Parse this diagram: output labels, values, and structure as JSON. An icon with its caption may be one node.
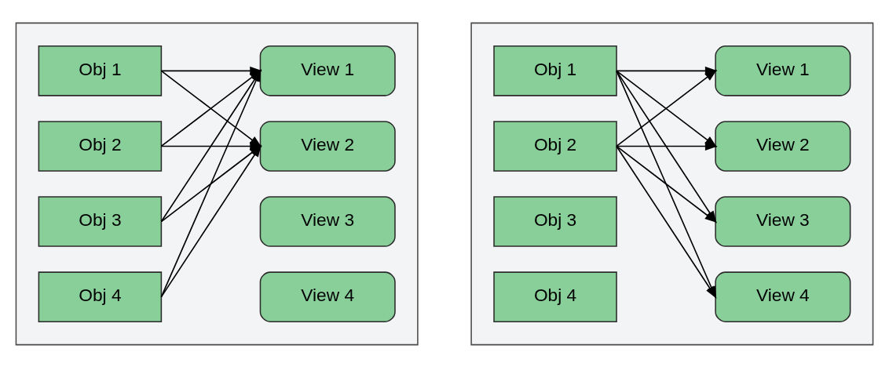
{
  "diagram": {
    "nodes": [
      {
        "text": [],
        "shape": "box"
      },
      {
        "text": [
          "Obj 1"
        ],
        "in": 0
      },
      {
        "text": [
          "Obj 2"
        ],
        "in": 0
      },
      {
        "text": [
          "Obj 3"
        ],
        "in": 0
      },
      {
        "text": [
          "Obj 4"
        ],
        "in": 0
      },
      {
        "text": [
          "View 1"
        ],
        "in": 0
      },
      {
        "text": [
          "View 2"
        ],
        "in": 0
      },
      {
        "text": [
          "View 3"
        ],
        "in": 0
      },
      {
        "text": [
          "View 4"
        ],
        "in": 0
      },
      {
        "text": [],
        "shape": "box"
      },
      {
        "text": [
          "Obj 1"
        ],
        "in": 9
      },
      {
        "text": [
          "Obj 2"
        ],
        "in": 9
      },
      {
        "text": [
          "Obj 3"
        ],
        "in": 9
      },
      {
        "text": [
          "Obj 4"
        ],
        "in": 9
      },
      {
        "text": [
          "View 1"
        ],
        "in": 9
      },
      {
        "text": [
          "View 2"
        ],
        "in": 9
      },
      {
        "text": [
          "View 3"
        ],
        "in": 9
      },
      {
        "text": [
          "View 4"
        ],
        "in": 9
      }
    ],
    "edges": [
      {
        "from": 1,
        "to": 5,
        "arrow": "to"
      },
      {
        "from": 1,
        "to": 6,
        "arrow": "to"
      },
      {
        "from": 2,
        "to": 5,
        "arrow": "to"
      },
      {
        "from": 2,
        "to": 6,
        "arrow": "to"
      },
      {
        "from": 3,
        "to": 5,
        "arrow": "to"
      },
      {
        "from": 3,
        "to": 6,
        "arrow": "to"
      },
      {
        "from": 4,
        "to": 5,
        "arrow": "to"
      },
      {
        "from": 4,
        "to": 6,
        "arrow": "to"
      },
      {
        "from": 10,
        "to": 14,
        "arrow": "to"
      },
      {
        "from": 10,
        "to": 15,
        "arrow": "to"
      },
      {
        "from": 10,
        "to": 16,
        "arrow": "to"
      },
      {
        "from": 10,
        "to": 17,
        "arrow": "to"
      },
      {
        "from": 11,
        "to": 14,
        "arrow": "to"
      },
      {
        "from": 11,
        "to": 15,
        "arrow": "to"
      },
      {
        "from": 11,
        "to": 16,
        "arrow": "to"
      },
      {
        "from": 11,
        "to": 17,
        "arrow": "to"
      }
    ]
  }
}
